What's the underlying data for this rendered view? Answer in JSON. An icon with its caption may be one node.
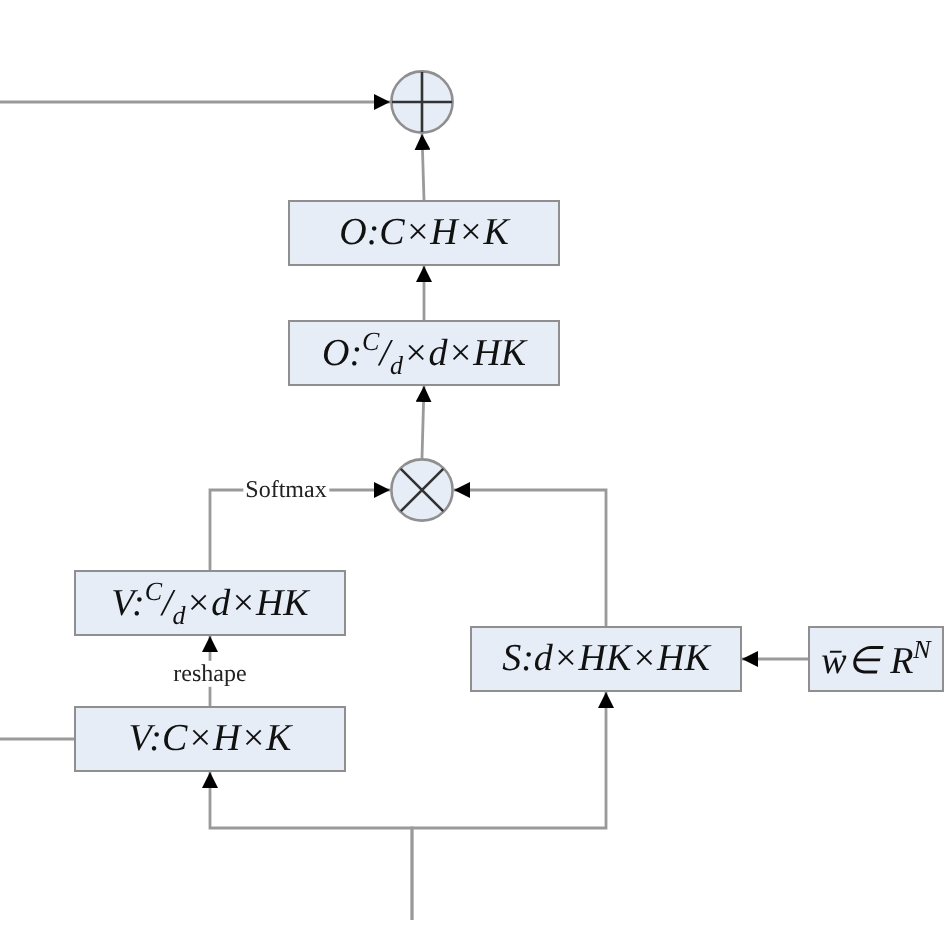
{
  "diagram": {
    "nodes": [
      {
        "text": [],
        "shape": "circle"
      },
      {
        "text": [
          "O:C×H×K"
        ]
      },
      {
        "text": [
          "O:$^{C}$/$_{d}$×d×HK"
        ]
      },
      {
        "text": [],
        "shape": "circle"
      },
      {
        "text": [
          "V:$^{C}$/$_{d}$×d×HK"
        ]
      },
      {
        "text": [
          "S:d×HK×HK"
        ]
      },
      {
        "text": [
          "w̄∈ R$^{N}$"
        ]
      },
      {
        "text": [
          "V:C×H×K"
        ]
      }
    ],
    "edges": [
      {
        "from": null,
        "to": 0,
        "arrow": "to"
      },
      {
        "from": 1,
        "to": 0,
        "arrow": "to"
      },
      {
        "from": 2,
        "to": 1,
        "arrow": "to"
      },
      {
        "from": 3,
        "to": 2,
        "arrow": "to"
      },
      {
        "from": 4,
        "to": 3,
        "arrow": "to",
        "label": "Softmax"
      },
      {
        "from": 5,
        "to": 3,
        "arrow": "to"
      },
      {
        "from": 6,
        "to": 5,
        "arrow": "to"
      },
      {
        "from": 7,
        "to": 4,
        "arrow": "to",
        "label": "reshape"
      },
      {
        "from": 7,
        "to": null,
        "arrow": "none"
      },
      {
        "from": null,
        "to": 7,
        "arrow": "to"
      },
      {
        "from": null,
        "to": 5,
        "arrow": "to"
      }
    ]
  }
}
